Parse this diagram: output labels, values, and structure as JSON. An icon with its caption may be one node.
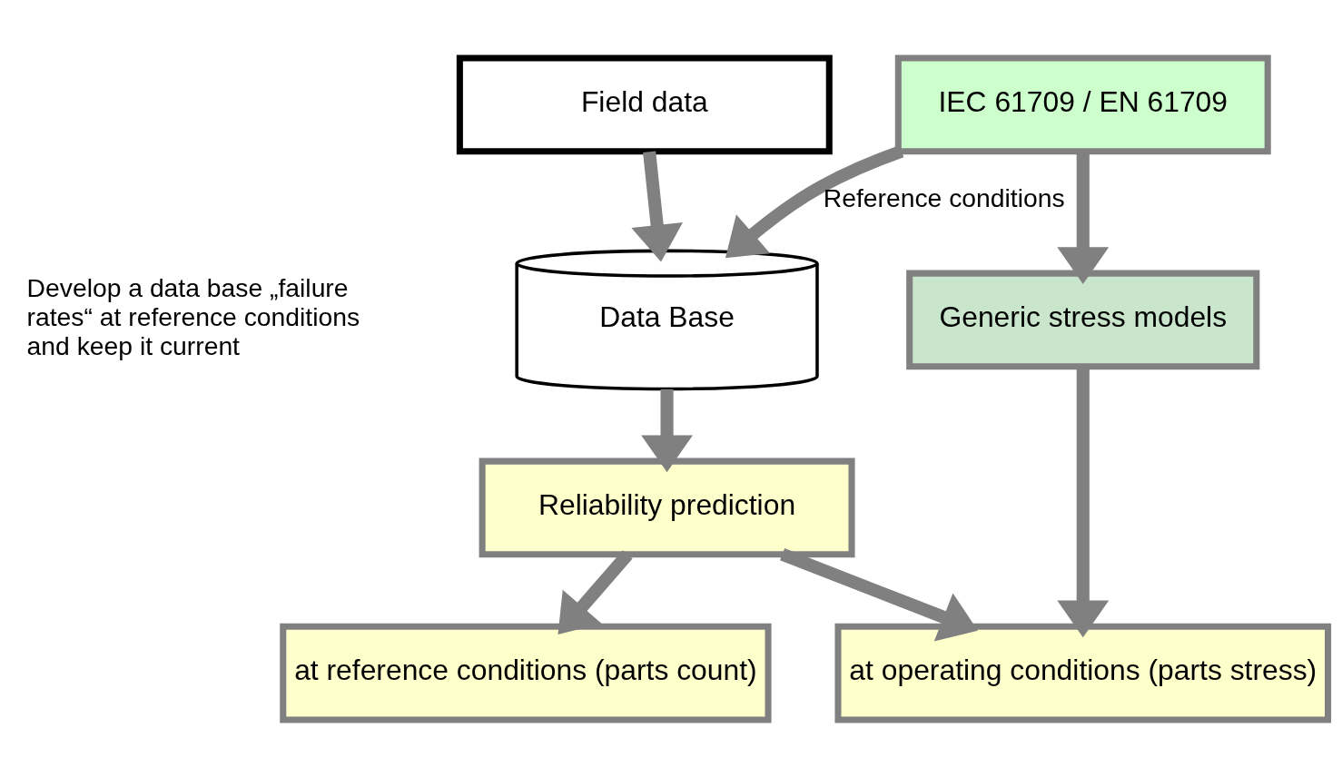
{
  "diagram": {
    "nodes": [
      {
        "text": [
          "Field data"
        ]
      },
      {
        "text": [
          "IEC 61709 / EN 61709"
        ]
      },
      {
        "text": [
          "Data Base"
        ]
      },
      {
        "text": [
          "Generic stress models"
        ]
      },
      {
        "text": [
          "Reliability prediction"
        ]
      },
      {
        "text": [
          "at reference conditions (parts count)"
        ]
      },
      {
        "text": [
          "at operating conditions (parts stress)"
        ]
      }
    ],
    "edges": [
      {
        "from": 0,
        "to": 2,
        "arrow": "to"
      },
      {
        "from": 1,
        "to": 2,
        "arrow": "to",
        "label": "Reference conditions"
      },
      {
        "from": 1,
        "to": 3,
        "arrow": "to"
      },
      {
        "from": 2,
        "to": 4,
        "arrow": "to"
      },
      {
        "from": 4,
        "to": 5,
        "arrow": "to"
      },
      {
        "from": 4,
        "to": 6,
        "arrow": "to"
      },
      {
        "from": 3,
        "to": 6,
        "arrow": "to"
      }
    ],
    "labels": [
      "Develop a data base „failure rates“ at reference conditions and keep it current"
    ]
  }
}
